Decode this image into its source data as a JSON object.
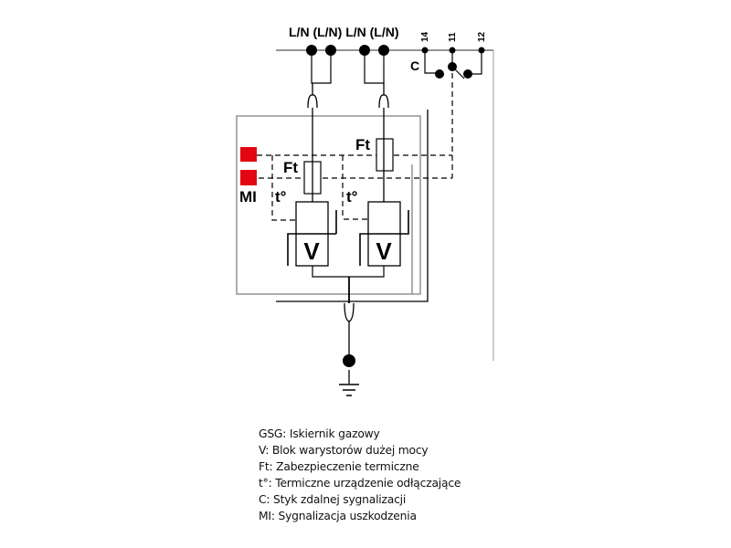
{
  "diagram": {
    "terminals": {
      "line_labels": "L/N (L/N) L/N (L/N)",
      "contact_numbers": [
        "14",
        "11",
        "12"
      ],
      "contact_label": "C"
    },
    "components": {
      "thermal_fuse_label": "Ft",
      "thermal_disconnector_label": "t°",
      "varistor_label": "V",
      "indicator_label": "MI"
    },
    "colors": {
      "indicator": "#e30613",
      "line": "#000000",
      "housing": "#8c8c8c"
    }
  },
  "legend": [
    {
      "text": "GSG: Iskiernik gazowy"
    },
    {
      "text": "V: Blok warystorów dużej mocy"
    },
    {
      "text": "Ft: Zabezpieczenie termiczne"
    },
    {
      "text": "t°: Termiczne urządzenie odłączające"
    },
    {
      "text": "C: Styk zdalnej sygnalizacji"
    },
    {
      "text": "MI: Sygnalizacja uszkodzenia"
    }
  ]
}
